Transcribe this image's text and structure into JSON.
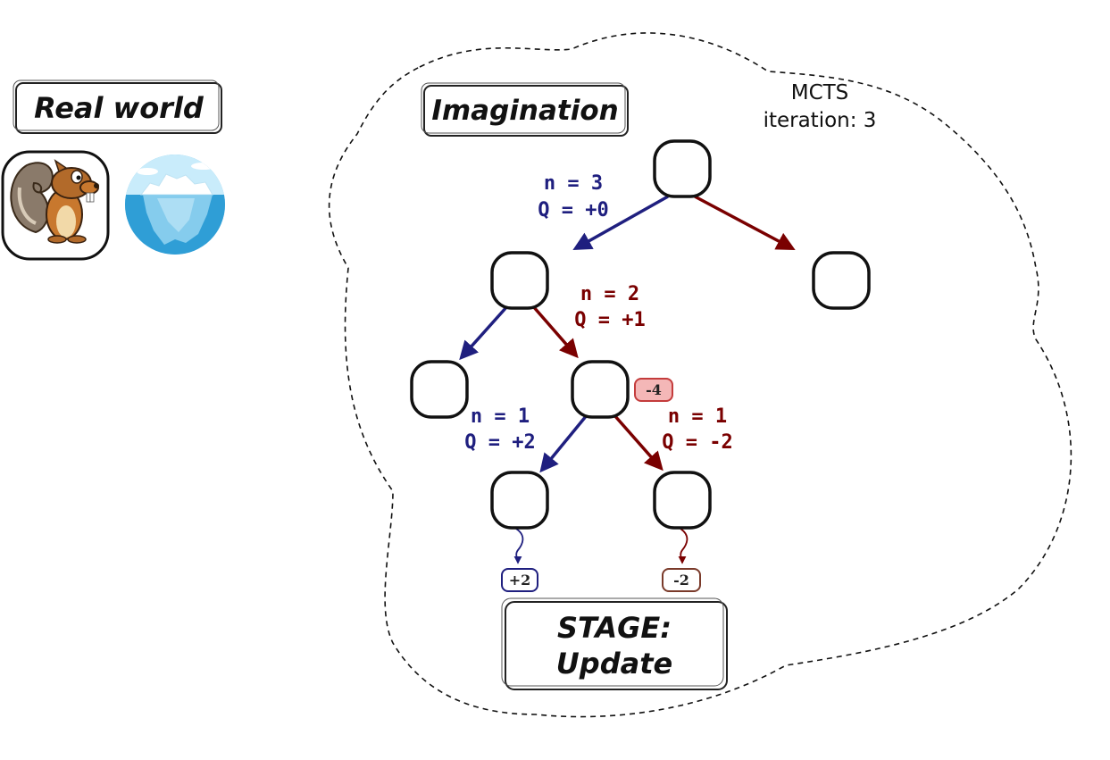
{
  "diagram": {
    "real_world_label": "Real world",
    "imagination_label": "Imagination",
    "mcts": {
      "line1": "MCTS",
      "line2": "iteration: 3"
    },
    "stage": {
      "line1": "STAGE:",
      "line2": "Update"
    },
    "edges": {
      "root_left": {
        "n": "n = 3",
        "q": "Q = +0"
      },
      "mid_right": {
        "n": "n = 2",
        "q": "Q = +1"
      },
      "leaf_left": {
        "n": "n = 1",
        "q": "Q = +2"
      },
      "leaf_right": {
        "n": "n = 1",
        "q": "Q = -2"
      }
    },
    "badges": {
      "node_value": "-4",
      "left_rollout": "+2",
      "right_rollout": "-2"
    }
  },
  "colors": {
    "blue": "#1f1f7f",
    "red": "#7a0000",
    "badge_red_fill": "#f4b7b7",
    "badge_red_stroke": "#c43c3c",
    "badge_blue_stroke": "#1f1f7f",
    "badge_brown_stroke": "#7a3a2a"
  }
}
